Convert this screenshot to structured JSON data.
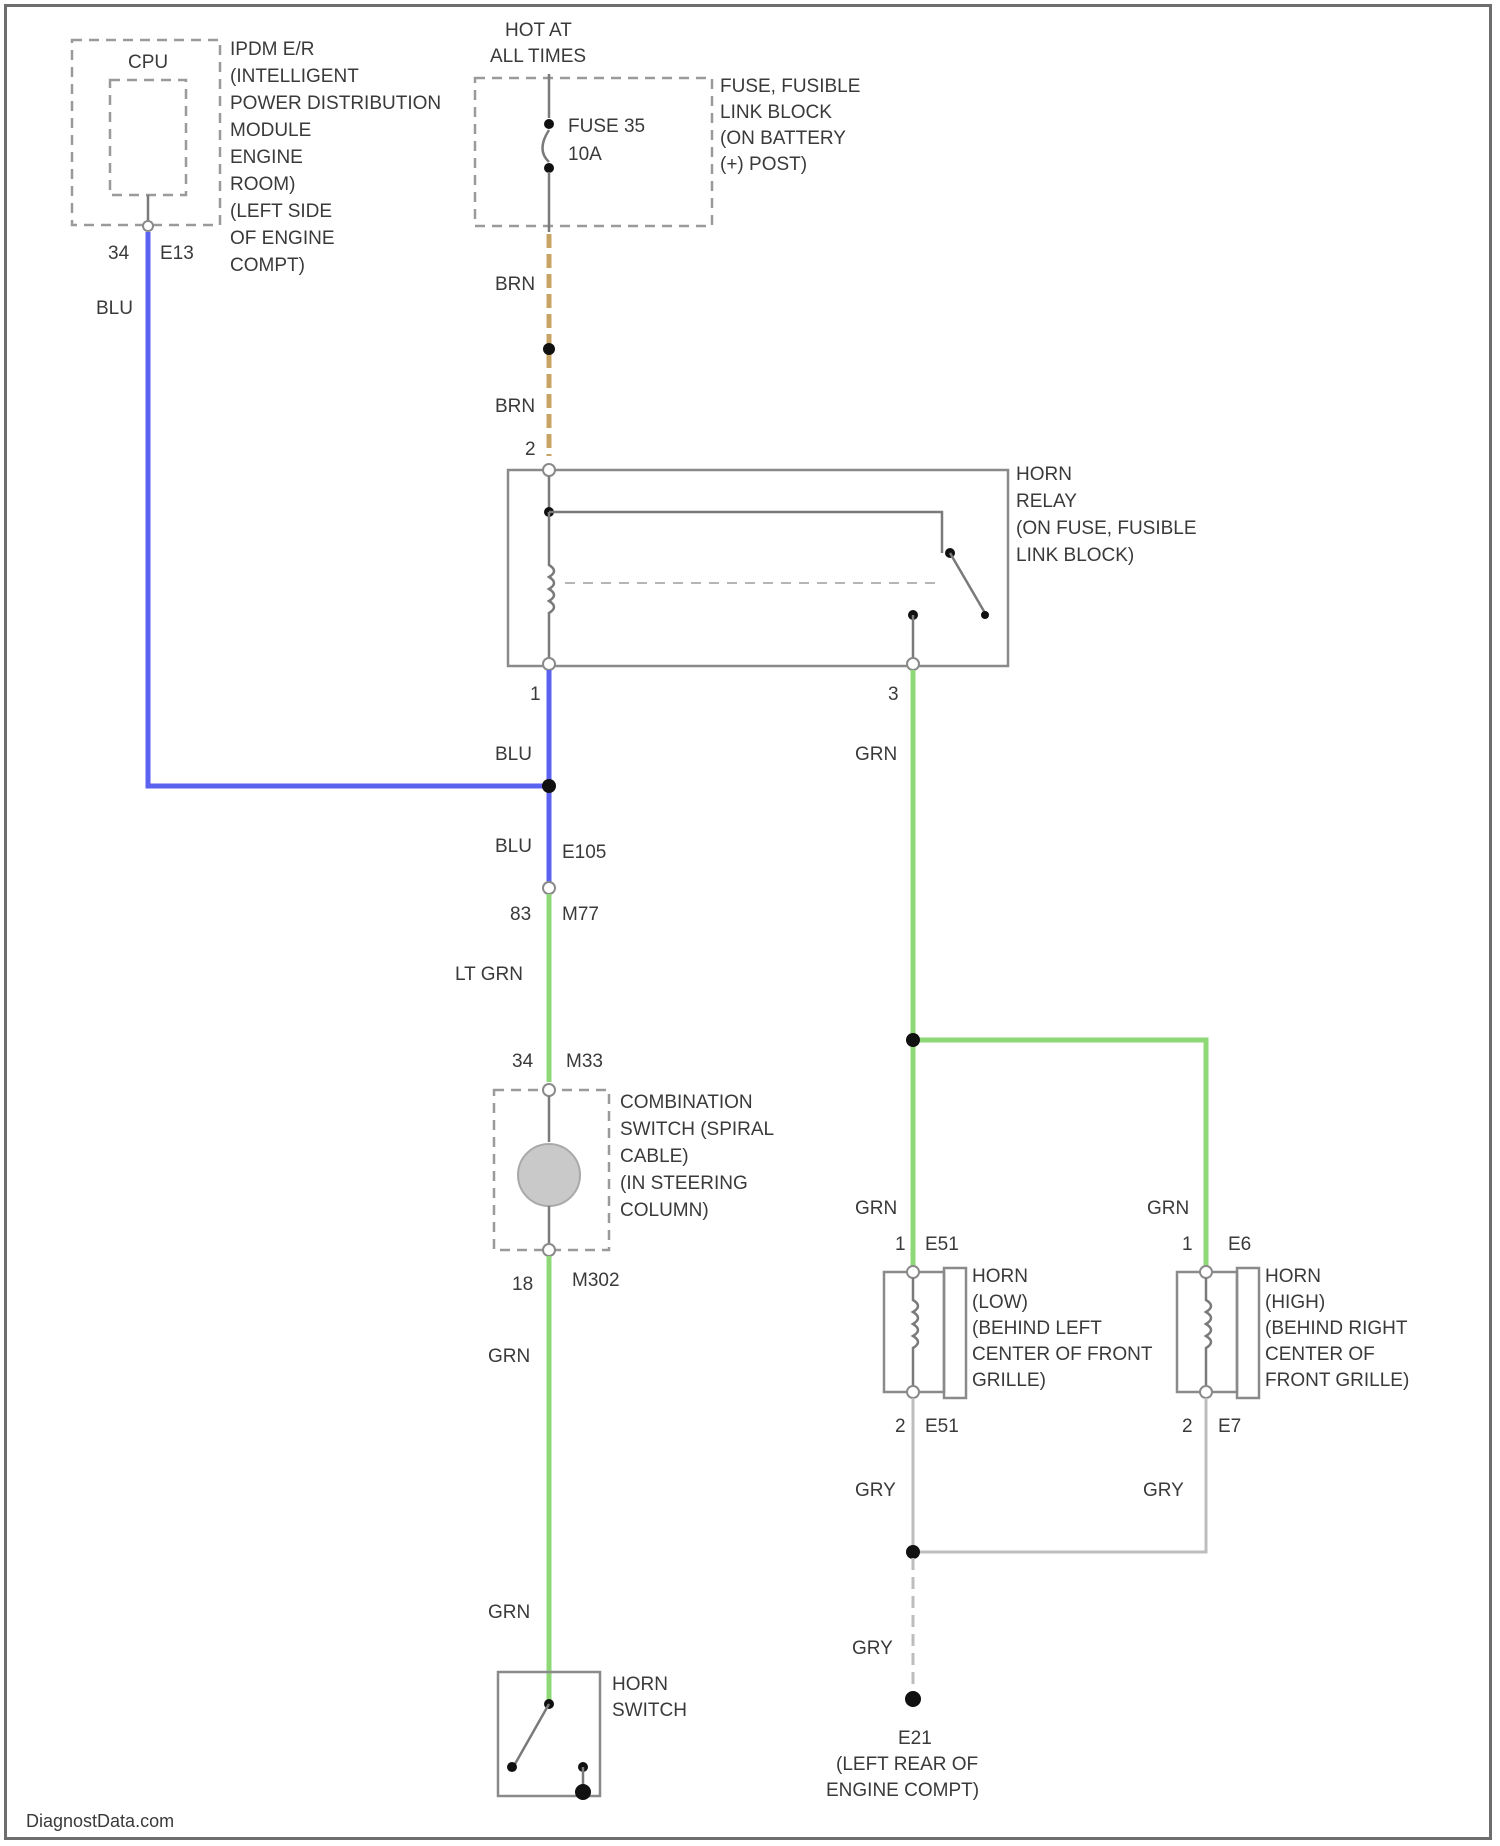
{
  "colors": {
    "blu": "#5b62f0",
    "grn": "#8fd878",
    "brn": "#c8a464",
    "gry": "#bdbdbd"
  },
  "ipdm": {
    "cpu_label": "CPU",
    "description": [
      "IPDM E/R",
      "(INTELLIGENT",
      "POWER DISTRIBUTION",
      "MODULE",
      "ENGINE",
      "ROOM)",
      "(LEFT SIDE",
      "OF ENGINE",
      "COMPT)"
    ],
    "pin": "34",
    "connector": "E13",
    "wire": "BLU"
  },
  "power": {
    "hot_label": [
      "HOT AT",
      "ALL TIMES"
    ],
    "fuse_name": "FUSE 35",
    "fuse_amp": "10A",
    "block_description": [
      "FUSE, FUSIBLE",
      "LINK BLOCK",
      "(ON BATTERY",
      "(+) POST)"
    ],
    "wire_upper": "BRN",
    "wire_lower": "BRN"
  },
  "relay": {
    "description": [
      "HORN",
      "RELAY",
      "(ON FUSE, FUSIBLE",
      "LINK BLOCK)"
    ],
    "pin_top": "2",
    "pin_left": "1",
    "pin_right": "3"
  },
  "left_branch": {
    "wire_from_relay": "BLU",
    "wire_after_splice": "BLU",
    "connector_a": "E105",
    "pin_b": "83",
    "connector_b": "M77",
    "wire_ltgrn": "LT GRN",
    "pin_c": "34",
    "connector_c": "M33"
  },
  "combination_switch": {
    "description": [
      "COMBINATION",
      "SWITCH (SPIRAL",
      "CABLE)",
      "(IN STEERING",
      "COLUMN)"
    ],
    "pin_bottom": "18",
    "connector_bottom": "M302",
    "wire_1": "GRN",
    "wire_2": "GRN"
  },
  "horn_switch": {
    "description": [
      "HORN",
      "SWITCH"
    ]
  },
  "right_branch": {
    "wire_from_relay": "GRN",
    "wire_to_low": "GRN",
    "wire_to_high": "GRN"
  },
  "horn_low": {
    "description": [
      "HORN",
      "(LOW)",
      "(BEHIND LEFT",
      "CENTER OF FRONT",
      "GRILLE)"
    ],
    "pin_top": "1",
    "connector_top": "E51",
    "pin_bottom": "2",
    "connector_bottom": "E51",
    "wire_ground": "GRY"
  },
  "horn_high": {
    "description": [
      "HORN",
      "(HIGH)",
      "(BEHIND RIGHT",
      "CENTER OF",
      "FRONT GRILLE)"
    ],
    "pin_top": "1",
    "connector_top": "E6",
    "pin_bottom": "2",
    "connector_bottom": "E7",
    "wire_ground": "GRY"
  },
  "ground": {
    "wire": "GRY",
    "id": "E21",
    "location": [
      "(LEFT REAR OF",
      "ENGINE COMPT)"
    ]
  },
  "watermark": "DiagnostData.com"
}
